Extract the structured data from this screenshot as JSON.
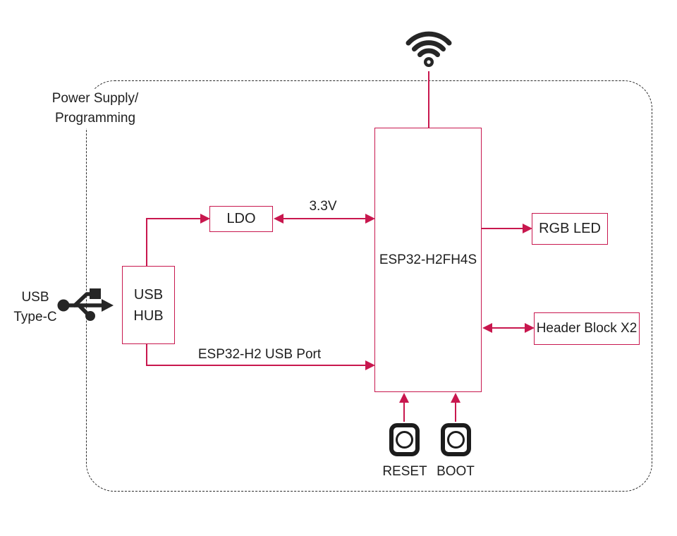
{
  "colors": {
    "accent": "#c8174e",
    "ink": "#1f1f1f",
    "border_dash": "#2b2b2b"
  },
  "region": {
    "label_line1": "Power Supply/",
    "label_line2": "Programming"
  },
  "blocks": {
    "esp32": {
      "label": "ESP32-H2FH4S"
    },
    "ldo": {
      "label": "LDO"
    },
    "usb_hub": {
      "label_line1": "USB",
      "label_line2": "HUB"
    },
    "rgb_led": {
      "label": "RGB LED"
    },
    "header_block": {
      "label": "Header Block X2"
    }
  },
  "connections": {
    "voltage_label": "3.3V",
    "usb_port_label": "ESP32-H2 USB Port"
  },
  "external": {
    "usb_type_c_line1": "USB",
    "usb_type_c_line2": "Type-C"
  },
  "buttons": {
    "reset_label": "RESET",
    "boot_label": "BOOT"
  },
  "icons": {
    "wifi": "wifi-antenna-icon",
    "usb": "usb-trident-icon"
  }
}
